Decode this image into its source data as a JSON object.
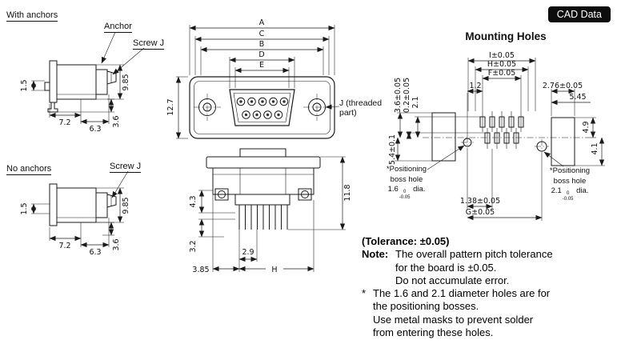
{
  "badge": {
    "label": "CAD Data"
  },
  "colors": {
    "line": "#1a1a1a",
    "fill_light": "#ececec",
    "badge_bg": "#0d0d0d",
    "badge_text": "#ffffff"
  },
  "left_top": {
    "title": "With anchors",
    "anchor_label": "Anchor",
    "screw_label": "Screw J",
    "dim_1_5": "1.5",
    "dim_9_85": "9.85",
    "dim_7_2": "7.2",
    "dim_6_3": "6.3",
    "dim_3_6": "3.6"
  },
  "left_bottom": {
    "title": "No anchors",
    "screw_label": "Screw J",
    "dim_1_5": "1.5",
    "dim_9_85": "9.85",
    "dim_7_2": "7.2",
    "dim_6_3": "6.3",
    "dim_3_6": "3.6"
  },
  "front_view": {
    "dim_a": "A",
    "dim_c": "C",
    "dim_b": "B",
    "dim_d": "D",
    "dim_e": "E",
    "dim_12_7": "12.7",
    "j_label_line1": "J (threaded",
    "j_label_line2": "part)"
  },
  "bottom_view": {
    "dim_4_3": "4.3",
    "dim_3_2": "3.2",
    "dim_2_9": "2.9",
    "dim_3_85": "3.85",
    "dim_h": "H",
    "dim_11_8": "11.8"
  },
  "mounting": {
    "title": "Mounting Holes",
    "dim_i": "I±0.05",
    "dim_h": "H±0.05",
    "dim_f": "F±0.05",
    "dim_1_2": "1.2",
    "dim_2_76": "2.76±0.05",
    "dim_5_45": "5.45",
    "dim_3_6": "3.6±0.05",
    "dim_0_2": "0.2±0.05",
    "dim_2_1": "2.1",
    "dim_4_9": "4.9",
    "dim_4_1": "4.1",
    "dim_5_4": "5.4±0.1",
    "dim_1_38": "1.38±0.05",
    "dim_g": "G±0.05",
    "boss_left": {
      "line1": "*Positioning",
      "line2": "boss hole",
      "num": "1.6",
      "tol_top": "0",
      "tol_bottom": "-0.05",
      "suffix": "dia."
    },
    "boss_right": {
      "line1": "*Positioning",
      "line2": "boss hole",
      "num": "2.1",
      "tol_top": "0",
      "tol_bottom": "-0.05",
      "suffix": "dia."
    }
  },
  "notes": {
    "tolerance": "(Tolerance: ±0.05)",
    "note_label": "Note:",
    "note_line1": "The overall pattern pitch tolerance",
    "note_line2": "for the board is ±0.05.",
    "note_line3": "Do not accumulate error.",
    "star": "*",
    "star_line1": "The 1.6 and 2.1 diameter holes are for",
    "star_line2": "the positioning bosses.",
    "star_line3": "Use metal masks to prevent solder",
    "star_line4": "from entering these holes."
  }
}
